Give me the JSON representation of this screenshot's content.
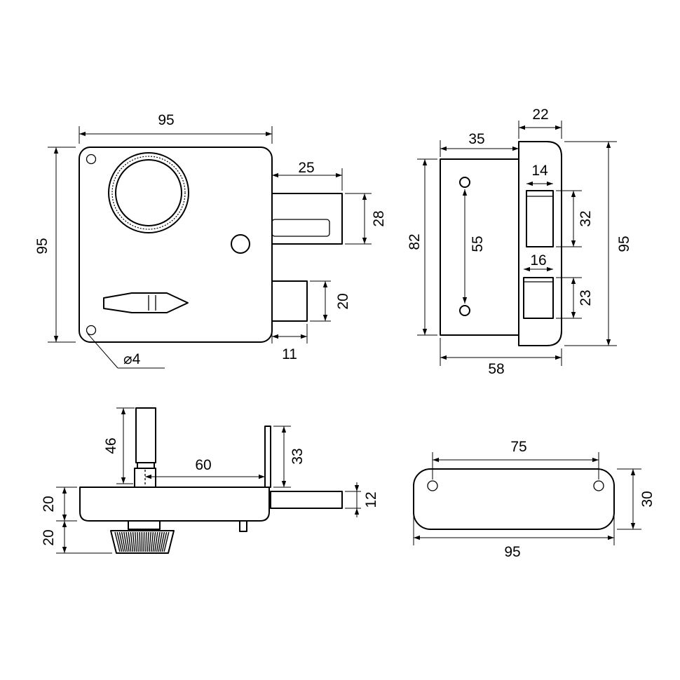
{
  "colors": {
    "line": "#000000",
    "background": "#ffffff"
  },
  "dimensions": {
    "front_width": "95",
    "front_height": "95",
    "bolt_length": "25",
    "bolt_height": "28",
    "latch_height": "20",
    "latch_length": "11",
    "hole_diameter": "⌀4",
    "side_body_depth": "35",
    "side_plate_width": "22",
    "side_body_height": "82",
    "side_hole_spacing": "55",
    "side_total_height": "95",
    "slot_upper_width": "14",
    "slot_upper_height": "32",
    "slot_lower_width": "16",
    "slot_lower_height": "23",
    "side_total_depth": "58",
    "bottom_spindle_height": "46",
    "bottom_spindle_offset": "60",
    "bottom_tab_height": "33",
    "bottom_body_height": "20",
    "bottom_knob_height": "20",
    "bottom_bolt_thickness": "12",
    "strike_hole_spacing": "75",
    "strike_height": "30",
    "strike_width": "95"
  }
}
